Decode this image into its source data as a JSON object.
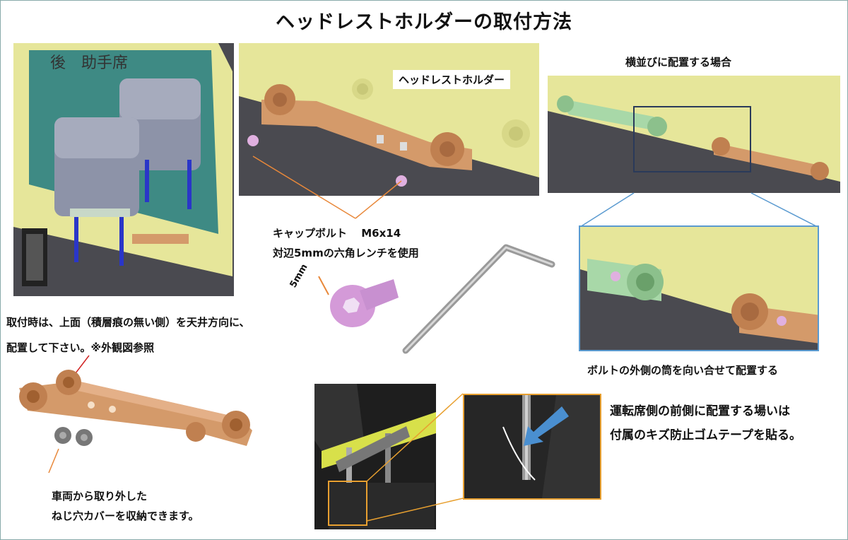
{
  "title": "ヘッドレストホルダーの取付方法",
  "panel1_sign_text": "後　助手席",
  "panel2_callout": "ヘッドレストホルダー",
  "panel3_caption": "横並びに配置する場合",
  "bolt_caption_line1": "キャップボルト　 M6x14",
  "bolt_caption_line2": "対辺5mmの六角レンチを使用",
  "bolt_dimension": "5mm",
  "install_note_line1": "取付時は、上面（積層痕の無い側）を天井方向に、",
  "install_note_line2": "配置して下さい。※外観図参照",
  "storage_note_line1": "車両から取り外した",
  "storage_note_line2": "ねじ穴カバーを収納できます。",
  "zoom_caption": "ボルトの外側の筒を向い合せて配置する",
  "driver_note_line1": "運転席側の前側に配置する場いは",
  "driver_note_line2": "付属のキズ防止ゴムテープを貼る。",
  "colors": {
    "bracket": "#d49a6a",
    "bracket_green": "#a8d8a8",
    "panel_yellow": "#e8e8a0",
    "panel_dark": "#4a4a50",
    "teal": "#3e8a84",
    "callout_orange": "#e8883a",
    "zoom_blue": "#5a9ad0",
    "arrow_blue": "#4a8fd0"
  }
}
